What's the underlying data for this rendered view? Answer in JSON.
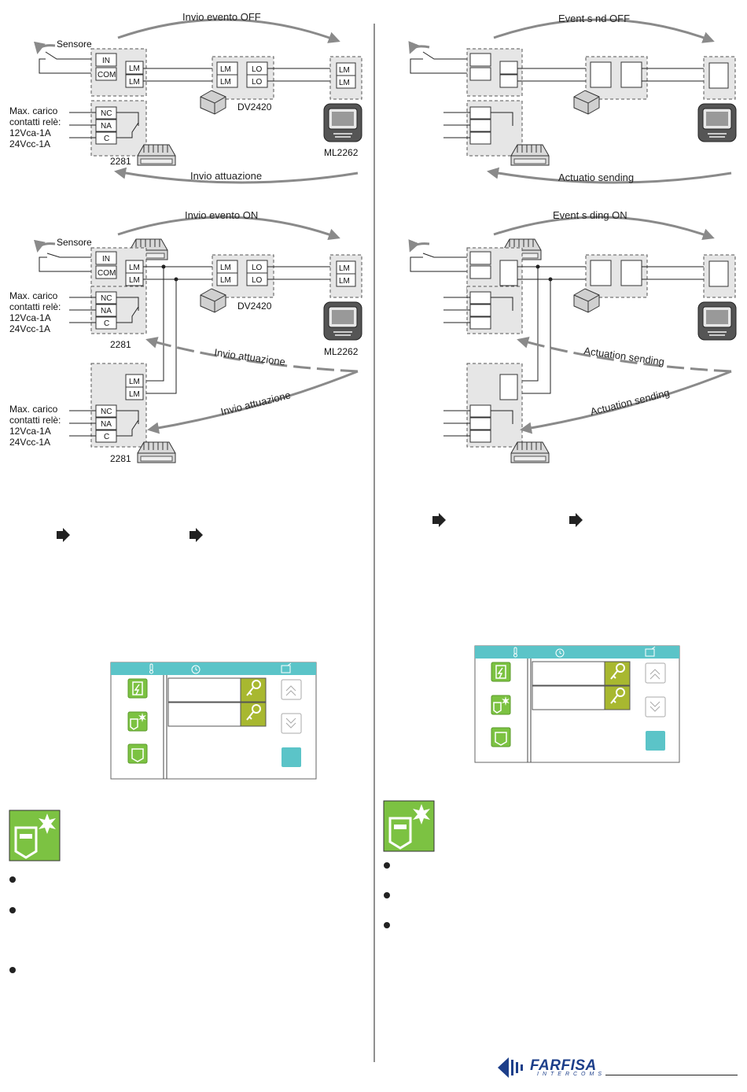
{
  "left": {
    "off": {
      "arrow_top": "Invio evento OFF",
      "arrow_bottom": "Invio attuazione",
      "sensor": "Sensore",
      "module_in": [
        "IN",
        "COM"
      ],
      "lm": [
        "LM",
        "LM"
      ],
      "lo": [
        "LO",
        "LO"
      ],
      "relay": [
        "NC",
        "NA",
        "C"
      ],
      "caption": [
        "Max. carico",
        "contatti relè:",
        "12Vca-1A",
        "24Vcc-1A"
      ],
      "dev_2281": "2281",
      "dev_dv": "DV2420",
      "dev_ml": "ML2262"
    },
    "on": {
      "arrow_top": "Invio evento ON",
      "arrow_mid": "Invio attuazione",
      "arrow_bottom": "Invio attuazione",
      "sensor": "Sensore",
      "dev_2281_a": "2281",
      "dev_2281_b": "2281",
      "dev_dv": "DV2420",
      "dev_ml": "ML2262"
    }
  },
  "right": {
    "off": {
      "arrow_top": "Event s   nd OFF",
      "arrow_bottom": "Actuatio   sending"
    },
    "on": {
      "arrow_top": "Event s    ding ON",
      "arrow_mid": "Actuation sending",
      "arrow_bottom": "Actuation sending"
    }
  },
  "colors": {
    "header": "#5bc4c8",
    "green": "#7cc242",
    "olive": "#a8b830",
    "arrow": "#8a8a8a",
    "brand": "#1d3f8a"
  },
  "icons": [
    "thermometer-icon",
    "alarm-clock-icon",
    "monitor-icon",
    "lightning-icon",
    "door-star-icon",
    "door-icon",
    "key-icon",
    "chevron-up-icon",
    "chevron-down-icon",
    "bullet-icon",
    "right-arrow-icon"
  ],
  "logo": {
    "name": "FARFISA",
    "sub": "INTERCOMS"
  }
}
